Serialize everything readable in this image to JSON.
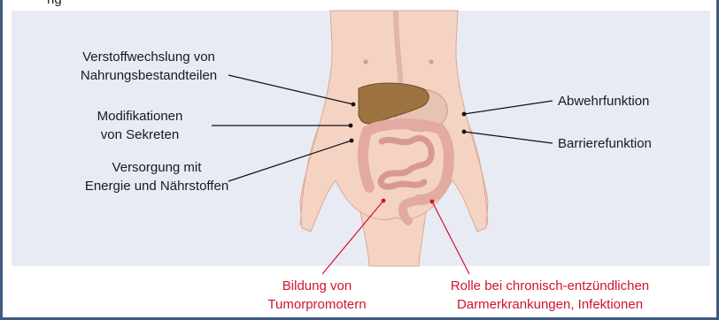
{
  "header": {
    "fragment": "ng"
  },
  "labels": {
    "left": [
      {
        "line1": "Verstoffwechslung von",
        "line2": "Nahrungsbestandteilen"
      },
      {
        "line1": "Modifikationen",
        "line2": "von Sekreten"
      },
      {
        "line1": "Versorgung mit",
        "line2": "Energie und Nährstoffen"
      }
    ],
    "right": [
      {
        "text": "Abwehrfunktion"
      },
      {
        "text": "Barrierefunktion"
      }
    ],
    "bottom": [
      {
        "line1": "Bildung von",
        "line2": "Tumorpromotern"
      },
      {
        "line1": "Rolle bei chronisch-entzündlichen",
        "line2": "Darmerkrankungen, Infektionen"
      }
    ]
  },
  "colors": {
    "frame": "#3d5a80",
    "panel": "#e8ebf3",
    "skin": "#f5d3c3",
    "skin_outline": "#d9a897",
    "liver": "#9c7240",
    "stomach": "#e8c2b2",
    "intestine": "#e2aaa0",
    "leader_black": "#111111",
    "highlight_red": "#d0142c"
  }
}
